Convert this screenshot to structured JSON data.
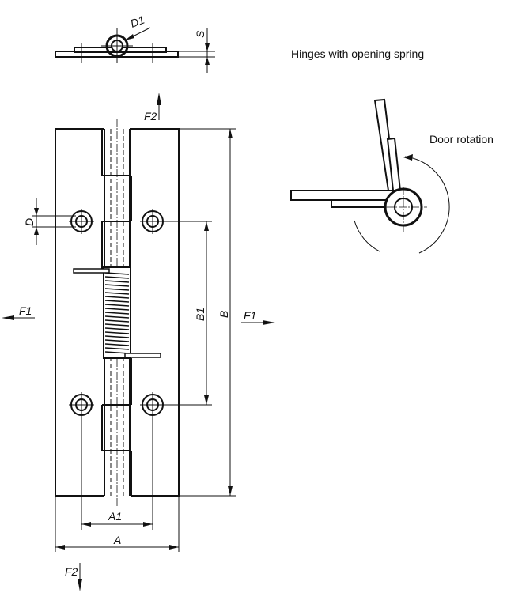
{
  "captions": {
    "title": "Hinges with opening spring",
    "door_rotation": "Door rotation"
  },
  "dimensions": {
    "D1": "D1",
    "S": "S",
    "D": "D",
    "B1": "B1",
    "B": "B",
    "A1": "A1",
    "A": "A"
  },
  "forces": {
    "F1_left": "F1",
    "F1_right": "F1",
    "F2_top": "F2",
    "F2_bottom": "F2"
  }
}
